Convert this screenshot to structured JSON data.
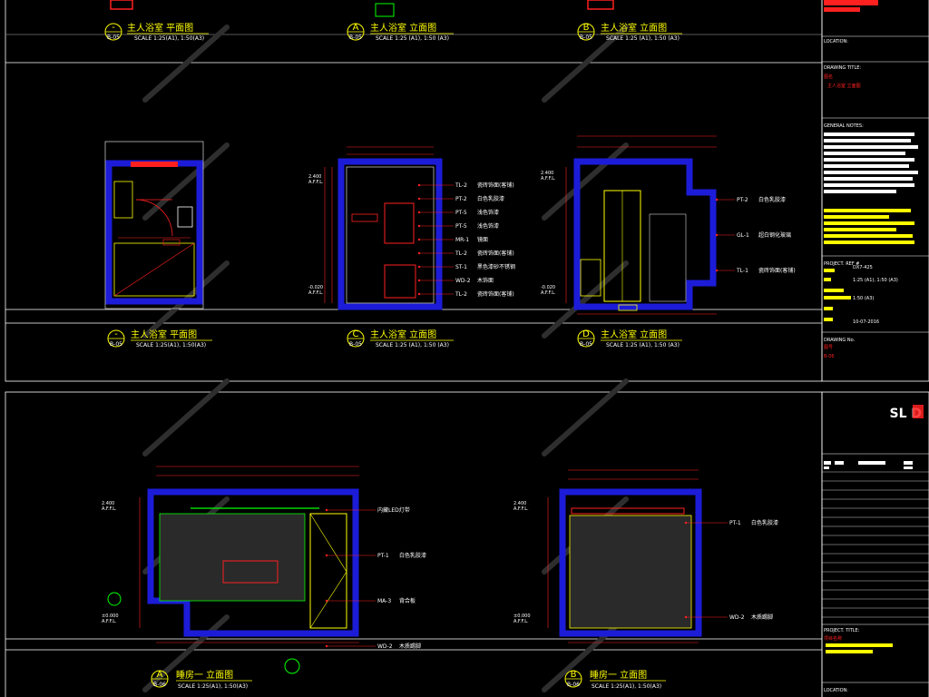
{
  "colors": {
    "background": "#000000",
    "wall": "#1c1cd8",
    "frame": "#ffffff",
    "dimension": "#ff2020",
    "caption": "#ffff00",
    "callout": "#ff2020",
    "green": "#00ff00",
    "watermark": "#2a2a2a"
  },
  "drawings": {
    "top_row": [
      {
        "circle": "-",
        "code": "B-05",
        "title": "主人浴室  平面图",
        "scale": "SCALE 1:25(A1), 1:50(A3)"
      },
      {
        "circle": "A",
        "code": "B-05",
        "title": "主人浴室  立面图",
        "scale": "SCALE 1:25 (A1), 1:50 (A3)"
      },
      {
        "circle": "B",
        "code": "B-05",
        "title": "主人浴室  立面图",
        "scale": "SCALE 1:25 (A1), 1:50 (A3)"
      }
    ],
    "mid_row": [
      {
        "circle": "-",
        "code": "B-05",
        "title": "主人浴室  平面图",
        "scale": "SCALE 1:25(A1), 1:50(A3)"
      },
      {
        "circle": "C",
        "code": "B-05",
        "title": "主人浴室  立面图",
        "scale": "SCALE 1:25 (A1), 1:50 (A3)"
      },
      {
        "circle": "D",
        "code": "B-05",
        "title": "主人浴室  立面图",
        "scale": "SCALE 1:25 (A1), 1:50 (A3)"
      }
    ],
    "bottom_row": [
      {
        "circle": "A",
        "code": "B-06",
        "title": "睡房一  立面图",
        "scale": "SCALE 1:25(A1), 1:50(A3)"
      },
      {
        "circle": "B",
        "code": "B-06",
        "title": "睡房一  立面图",
        "scale": "SCALE 1:25(A1), 1:50(A3)"
      }
    ]
  },
  "levels": {
    "ceiling": "2.400",
    "ceiling_unit": "A.F.F.L.",
    "floor_neg": "-0.020",
    "floor_zero": "±0.000",
    "floor_unit": "A.F.F.L."
  },
  "callouts_c": [
    "TL-2",
    "PT-2",
    "PT-5",
    "PT-5",
    "MR-1",
    "TL-2",
    "ST-1",
    "WD-2",
    "TL-2"
  ],
  "callout_labels_c": [
    "瓷砖饰面(客铺)",
    "白色乳胶漆",
    "浅色饰漆",
    "浅色饰漆",
    "镜面",
    "瓷砖饰面(客铺)",
    "黑色漆砂不锈钢",
    "木饰面",
    "瓷砖饰面(客铺)"
  ],
  "callouts_d": [
    "PT-2",
    "GL-1",
    "TL-1"
  ],
  "callout_labels_d": [
    "白色乳胶漆",
    "超白钢化玻璃",
    "瓷砖饰面(客铺)"
  ],
  "callouts_bed_a": [
    "内藏LED灯带",
    "PT-1",
    "MA-3",
    "WD-2"
  ],
  "callout_labels_bed_a": [
    "",
    "白色乳胶漆",
    "背合板",
    "木质踢脚"
  ],
  "callouts_bed_b": [
    "PT-1",
    "WD-2"
  ],
  "callout_labels_bed_b": [
    "白色乳胶漆",
    "木质踢脚"
  ],
  "title_block": {
    "location_label": "LOCATION:",
    "drawing_title_label": "DRAWING TITLE:",
    "drawing_title_line1": "图名",
    "drawing_title_line2": "主人浴室 立面图",
    "general_notes_label": "GENERAL NOTES:",
    "project_ref_label": "PROJECT. REF #",
    "project_ref_value": "DX7-425",
    "scale_value": "1:25 (A1), 1:50 (A3)",
    "scale_value_2": "1:50 (A3)",
    "date_value": "10-07-2016",
    "drawing_no_label": "DRAWING No.",
    "drawing_no_line1": "图号",
    "drawing_no_line2": "B-06",
    "logo": "SL D",
    "project_title_label": "PROJECT. TITLE:",
    "project_title_line1": "项目名称",
    "location_bottom_label": "LOCATION:"
  }
}
